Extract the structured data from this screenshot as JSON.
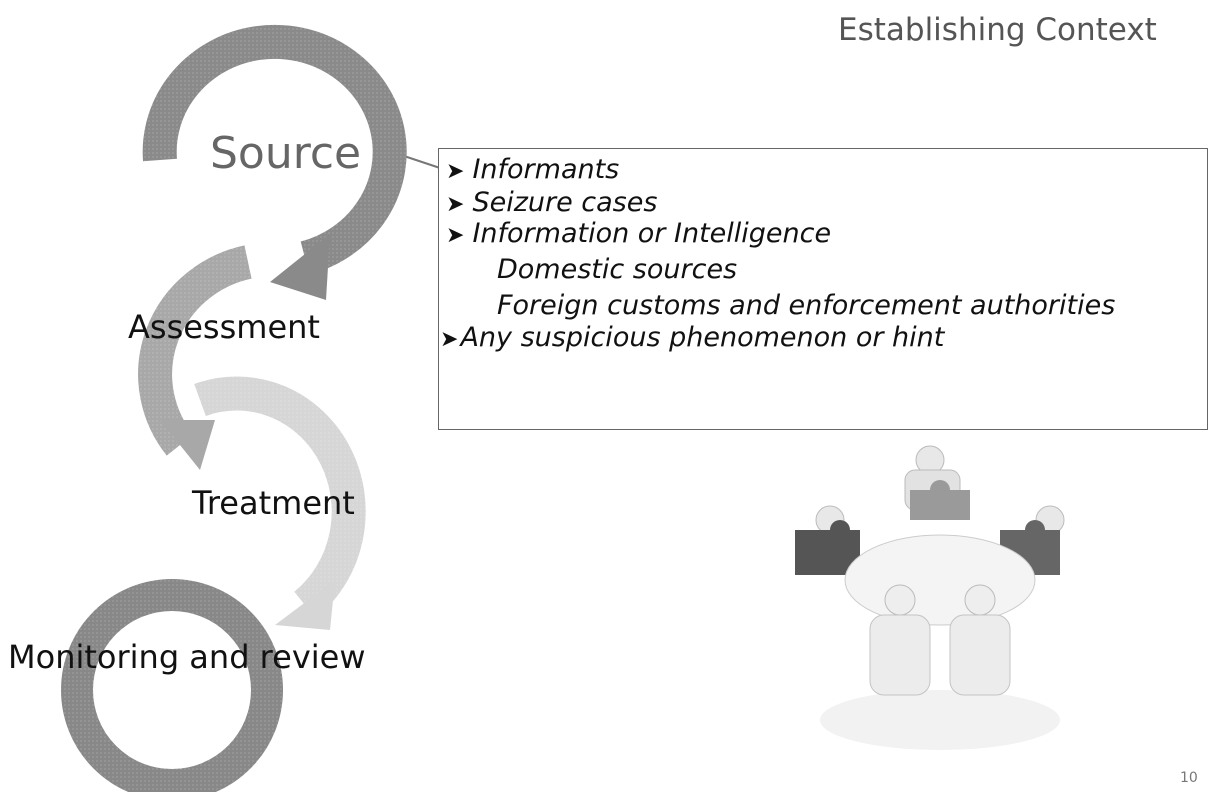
{
  "title": "Establishing Context",
  "stages": [
    {
      "label": "Source",
      "color": "#8a8a8a"
    },
    {
      "label": "Assessment",
      "color": "#a8a8a8"
    },
    {
      "label": "Treatment",
      "color": "#d6d6d6"
    },
    {
      "label": "Monitoring and review",
      "color": "#888888"
    }
  ],
  "context": {
    "items": [
      {
        "text": "Informants",
        "subitems": []
      },
      {
        "text": "Seizure cases",
        "subitems": []
      },
      {
        "text": "Information or Intelligence",
        "subitems": [
          "Domestic sources",
          "Foreign customs and enforcement authorities"
        ]
      },
      {
        "text": "Any suspicious phenomenon or hint",
        "subitems": []
      }
    ]
  },
  "illustration": {
    "icon": "puzzle-people-icon"
  },
  "page_number": "10"
}
